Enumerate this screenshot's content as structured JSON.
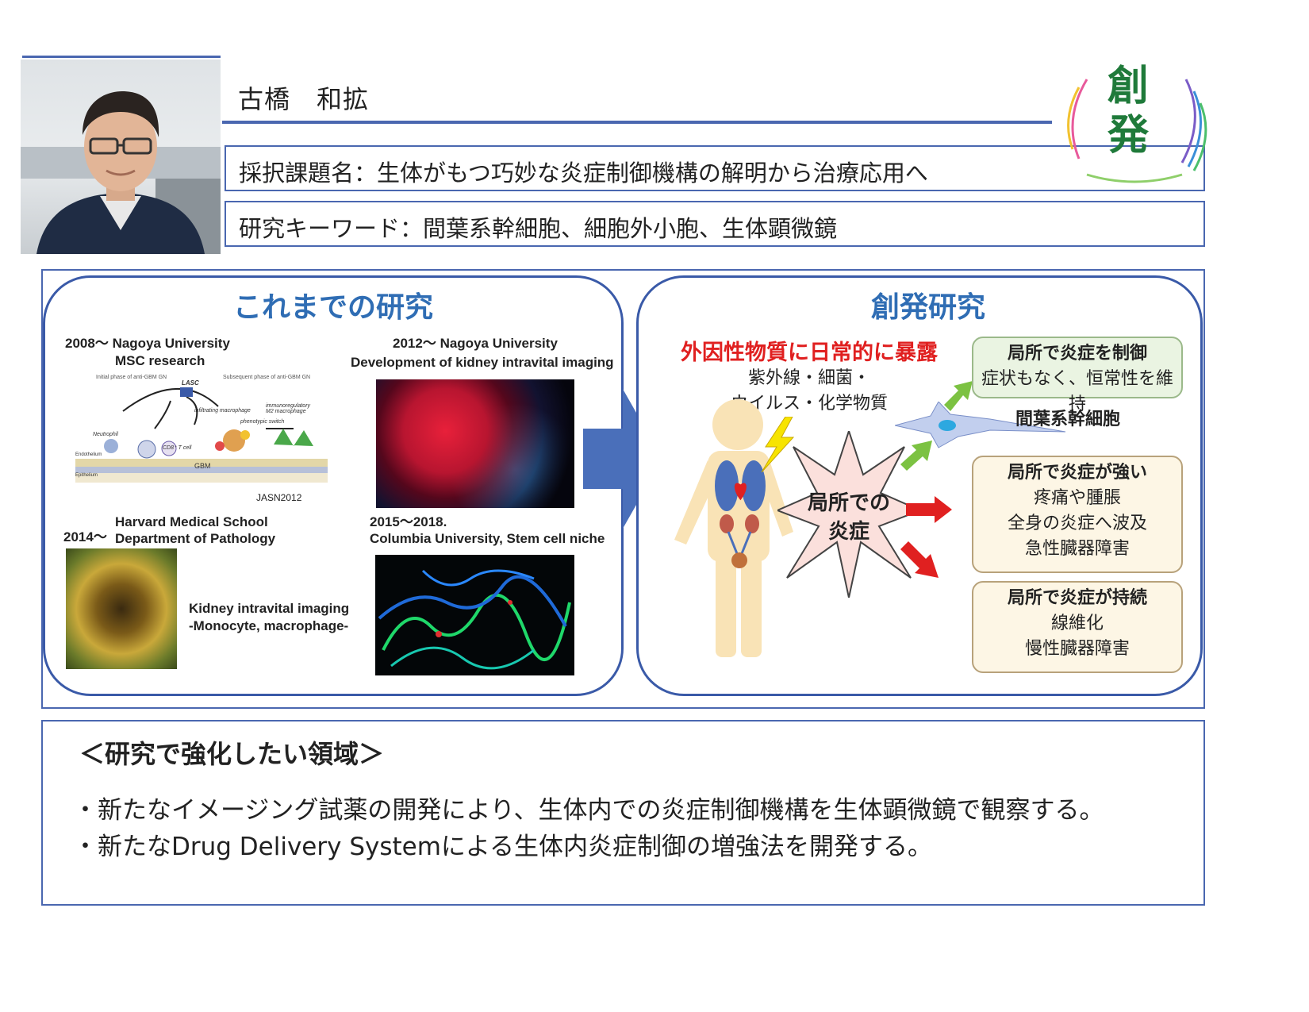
{
  "header": {
    "name": "古橋　和拡",
    "project_title": "採択課題名：生体がもつ巧妙な炎症制御機構の解明から治療応用へ",
    "keywords": "研究キーワード：間葉系幹細胞、細胞外小胞、生体顕微鏡",
    "logo_text": "創発"
  },
  "past_research": {
    "title": "これまでの研究",
    "item1": {
      "year": "2008～",
      "institution": "Nagoya University",
      "topic": "MSC research",
      "figure_source": "JASN2012",
      "figure_labels": [
        "Initial phase of anti-GBM GN",
        "Subsequent phase of anti-GBM GN",
        "LASC",
        "infiltrating macrophage",
        "immunoregulatory M2 macrophage",
        "Neutrophil",
        "CD8⁺ T cell",
        "phenotypic switch",
        "GBM",
        "Endothelium",
        "Epithelium"
      ]
    },
    "item2": {
      "year": "2012～",
      "institution": "Nagoya University",
      "topic": "Development of kidney intravital imaging"
    },
    "item3": {
      "year": "2014～",
      "institution": "Harvard Medical School",
      "topic": "Department of Pathology",
      "caption_line1": "Kidney intravital imaging",
      "caption_line2": "-Monocyte, macrophage-"
    },
    "item4": {
      "year": "2015～2018.",
      "topic": "Columbia University, Stem cell niche"
    }
  },
  "emergent_research": {
    "title": "創発研究",
    "exposure_title": "外因性物質に日常的に暴露",
    "exposure_line1": "紫外線・細菌・",
    "exposure_line2": "ウイルス・化学物質",
    "burst_line1": "局所での",
    "burst_line2": "炎症",
    "msc_label": "間葉系幹細胞",
    "outcome1": {
      "head": "局所で炎症を制御",
      "line1": "症状もなく、恒常性を維持"
    },
    "outcome2": {
      "head": "局所で炎症が強い",
      "line1": "疼痛や腫脹",
      "line2": "全身の炎症へ波及",
      "line3": "急性臓器障害"
    },
    "outcome3": {
      "head": "局所で炎症が持続",
      "line1": "線維化",
      "line2": "慢性臓器障害"
    }
  },
  "future": {
    "title": "＜研究で強化したい領域＞",
    "bullet1": "・新たなイメージング試薬の開発により、生体内での炎症制御機構を生体顕微鏡で観察する。",
    "bullet2": "・新たなDrug Delivery Systemによる生体内炎症制御の増強法を開発する。"
  },
  "colors": {
    "accent_blue": "#4a67b0",
    "title_blue": "#2f6db4",
    "alert_red": "#e02020",
    "green_arrow": "#7cc242"
  }
}
